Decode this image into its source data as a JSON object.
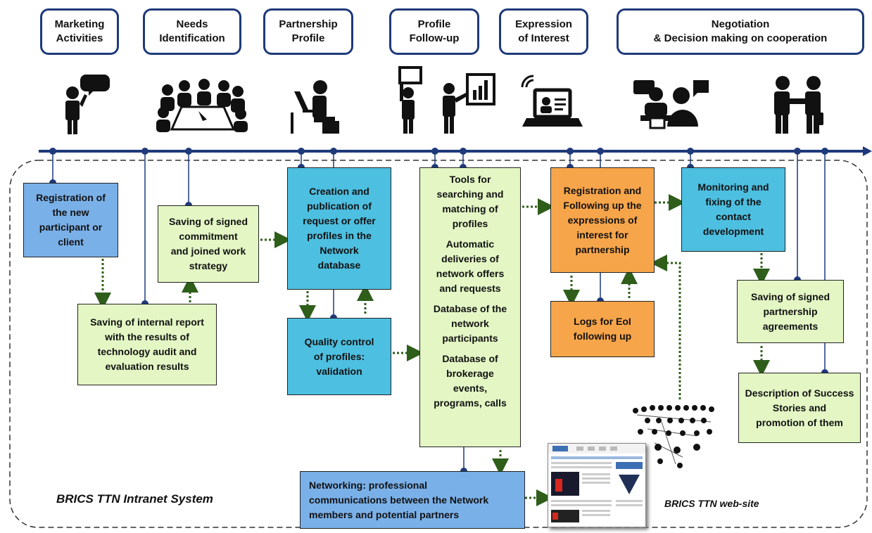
{
  "stages": [
    {
      "label": "Marketing\nActivities"
    },
    {
      "label": "Needs\nIdentification"
    },
    {
      "label": "Partnership\nProfile"
    },
    {
      "label": "Profile\nFollow-up"
    },
    {
      "label": "Expression\nof Interest"
    },
    {
      "label": "Negotiation\n& Decision making on cooperation"
    }
  ],
  "boxes": {
    "registration_new": "Registration of\nthe new\nparticipant or\nclient",
    "saving_internal_report": "Saving of internal report\nwith the results of\ntechnology audit and\nevaluation results",
    "saving_commitment": "Saving of signed\ncommitment\nand joined work\nstrategy",
    "creation_profiles": "Creation and\npublication of\nrequest or offer\nprofiles in the\nNetwork\ndatabase",
    "quality_control": "Quality control\nof profiles:\nvalidation",
    "tools_items": [
      "Tools for\nsearching and\nmatching of\nprofiles",
      "Automatic\ndeliveries of\nnetwork offers\nand requests",
      "Database of the\nnetwork\nparticipants",
      "Database of\nbrokerage\nevents,\nprograms, calls"
    ],
    "registration_eoi": "Registration and\nFollowing up the\nexpressions of\ninterest for\npartnership",
    "logs_eoi": "Logs for EoI\nfollowing up",
    "monitoring": "Monitoring and\nfixing of the\ncontact\ndevelopment",
    "saving_agreements": "Saving of signed\npartnership\nagreements",
    "success_stories": "Description of Success\nStories and\npromotion of them",
    "networking": "Networking: professional\ncommunications between the Network\nmembers and potential partners"
  },
  "captions": {
    "intranet": "BRICS TTN Intranet System",
    "website": "BRICS TTN web-site"
  },
  "icons": [
    "person-phone-icon",
    "meeting-table-icon",
    "person-laptop-icon",
    "presenter-chart-icon",
    "laptop-video-icon",
    "video-conference-icon",
    "handshake-icon",
    "network-people-icon",
    "website-screenshot-icon"
  ],
  "colors": {
    "timeline": "#1f3a7a",
    "blue": "#7ab0e8",
    "cyan": "#4dbfe0",
    "green": "#e3f6c4",
    "orange": "#f7a54a",
    "dotted": "#2e5e1a"
  }
}
